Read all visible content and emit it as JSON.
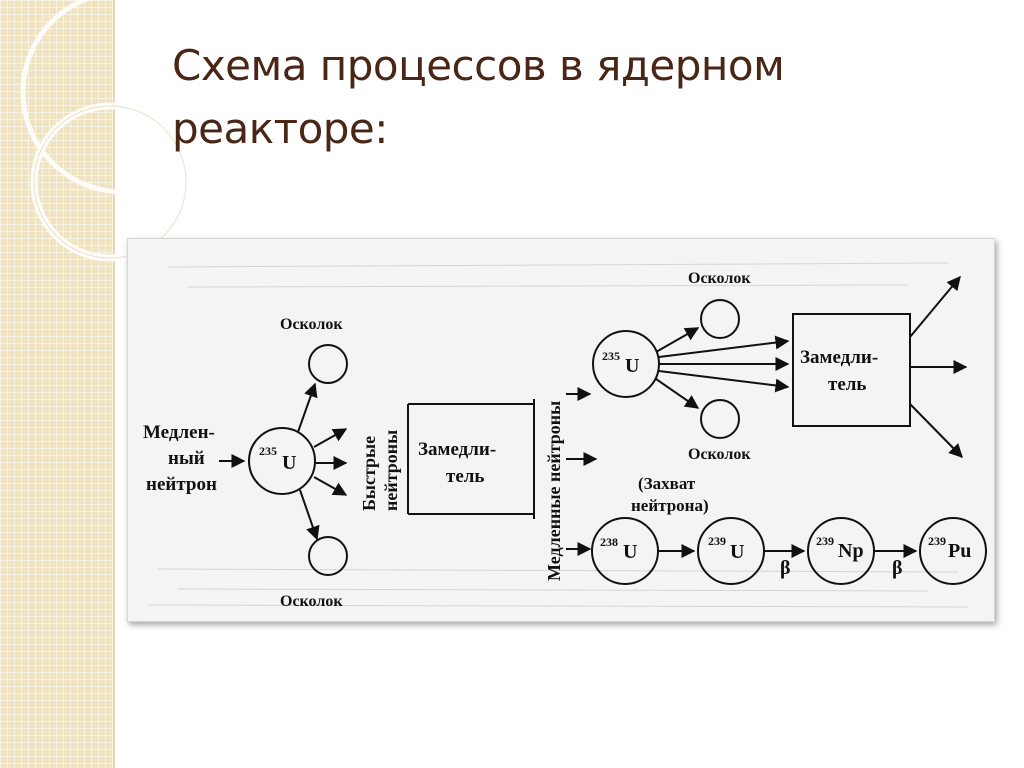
{
  "slide": {
    "title": "Схема процессов в ядерном реакторе:"
  },
  "diagram": {
    "slow_neutron_lines": [
      "Медлен-",
      "ный",
      "нейтрон"
    ],
    "u235_mass": "235",
    "u235_symbol": "U",
    "fragment": "Осколок",
    "fast_neutrons_lines": [
      "Быстрые",
      "нейтроны"
    ],
    "moderator_lines": [
      "Замедли-",
      "тель"
    ],
    "slow_neutrons": "Медленные нейтроны",
    "capture_lines": [
      "(Захват",
      "нейтрона)"
    ],
    "u238_mass": "238",
    "u238_symbol": "U",
    "u239_mass": "239",
    "u239_symbol": "U",
    "np239_mass": "239",
    "np239_symbol": "Np",
    "pu239_mass": "239",
    "pu239_symbol": "Pu",
    "beta": "β"
  }
}
